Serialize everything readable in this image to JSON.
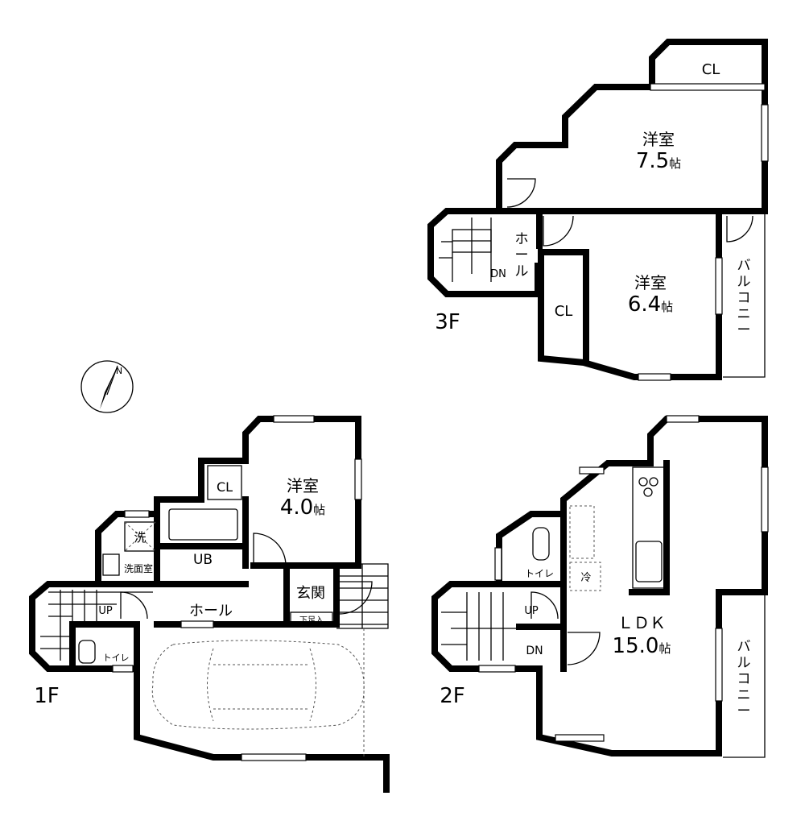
{
  "floors": {
    "f1": {
      "label": "1F",
      "rooms": {
        "youshitsu": "洋室",
        "youshitsu_size": "4.0",
        "cl": "CL",
        "wash": "洗",
        "senmenshitsu": "洗面室",
        "ub": "UB",
        "hall": "ホール",
        "genkan": "玄関",
        "getabako": "下足入",
        "up": "UP",
        "toilet": "トイレ"
      }
    },
    "f2": {
      "label": "2F",
      "rooms": {
        "ldk": "ＬＤＫ",
        "ldk_size": "15.0",
        "toilet": "トイレ",
        "rei": "冷",
        "up": "UP",
        "dn": "DN",
        "balcony": [
          "バ",
          "ル",
          "コ",
          "ニ",
          "ー"
        ]
      }
    },
    "f3": {
      "label": "3F",
      "rooms": {
        "cl_top": "CL",
        "youshitsu_a": "洋室",
        "youshitsu_a_size": "7.5",
        "youshitsu_b": "洋室",
        "youshitsu_b_size": "6.4",
        "cl_side": "CL",
        "hall": [
          "ホ",
          "ー",
          "ル"
        ],
        "dn": "DN",
        "balcony": [
          "バ",
          "ル",
          "コ",
          "ニ",
          "ー"
        ]
      }
    }
  },
  "tatami_unit": "帖",
  "compass_letter": "N"
}
